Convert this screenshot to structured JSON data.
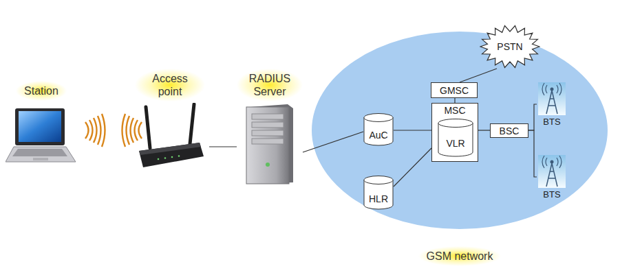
{
  "diagram": {
    "nodes": [
      {
        "text": [
          "Station"
        ]
      },
      {
        "text": [
          "Access point"
        ]
      },
      {
        "text": [
          "RADIUS Server"
        ]
      },
      {
        "text": [
          "PSTN"
        ]
      },
      {
        "text": [
          "GSM network"
        ]
      },
      {
        "text": [
          "GMSC"
        ],
        "in": 4
      },
      {
        "text": [
          "MSC"
        ],
        "in": 4
      },
      {
        "text": [
          "VLR"
        ],
        "in": 6
      },
      {
        "text": [
          "AuC"
        ],
        "in": 4
      },
      {
        "text": [
          "HLR"
        ],
        "in": 4
      },
      {
        "text": [
          "BSC"
        ],
        "in": 4
      },
      {
        "text": [
          "BTS"
        ],
        "in": 4
      },
      {
        "text": [
          "BTS"
        ],
        "in": 4
      }
    ],
    "edges": [
      {
        "from": 1,
        "to": 2,
        "arrow": "none"
      },
      {
        "from": 2,
        "to": 8,
        "arrow": "none"
      },
      {
        "from": 8,
        "to": 6,
        "arrow": "none"
      },
      {
        "from": 9,
        "to": 6,
        "arrow": "none"
      },
      {
        "from": 6,
        "to": 5,
        "arrow": "none"
      },
      {
        "from": 5,
        "to": 3,
        "arrow": "none"
      },
      {
        "from": 6,
        "to": 10,
        "arrow": "none"
      },
      {
        "from": 10,
        "to": 11,
        "arrow": "none"
      },
      {
        "from": 10,
        "to": 12,
        "arrow": "none"
      }
    ]
  }
}
